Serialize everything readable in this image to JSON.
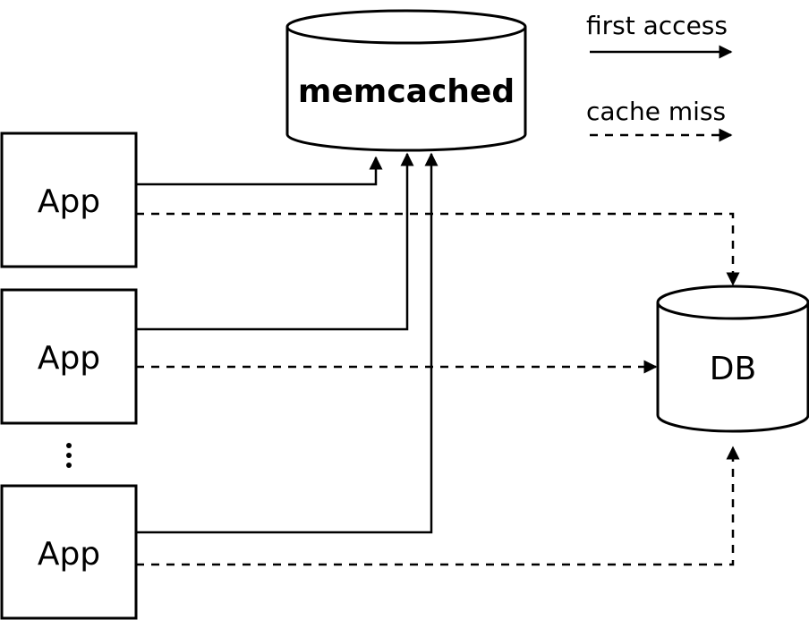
{
  "legend": {
    "first_access": "first access",
    "cache_miss": "cache miss"
  },
  "cache": {
    "label": "memcached"
  },
  "database": {
    "label": "DB"
  },
  "apps": [
    {
      "label": "App"
    },
    {
      "label": "App"
    },
    {
      "label": "App"
    }
  ],
  "ellipsis": "⋮"
}
